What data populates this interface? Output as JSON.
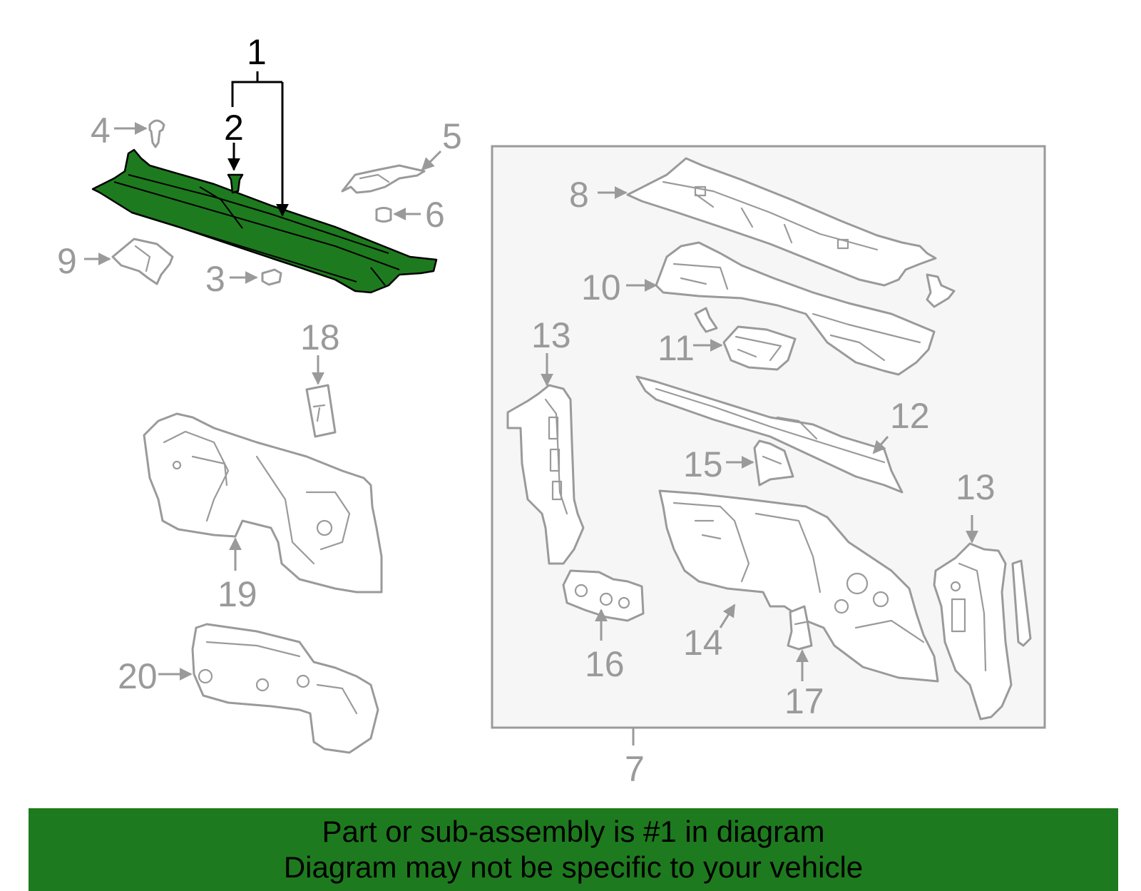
{
  "callouts": {
    "c1": "1",
    "c2": "2",
    "c3": "3",
    "c4": "4",
    "c5": "5",
    "c6": "6",
    "c7": "7",
    "c8": "8",
    "c9": "9",
    "c10": "10",
    "c11": "11",
    "c12": "12",
    "c13a": "13",
    "c13b": "13",
    "c14": "14",
    "c15": "15",
    "c16": "16",
    "c17": "17",
    "c18": "18",
    "c19": "19",
    "c20": "20"
  },
  "banner": {
    "line1": "Part or sub-assembly is #1 in diagram",
    "line2": "Diagram may not be specific to your vehicle"
  },
  "colors": {
    "highlight": "#1e7a1e",
    "line_gray": "#9a9a9a",
    "inset_bg": "#f6f6f6"
  }
}
